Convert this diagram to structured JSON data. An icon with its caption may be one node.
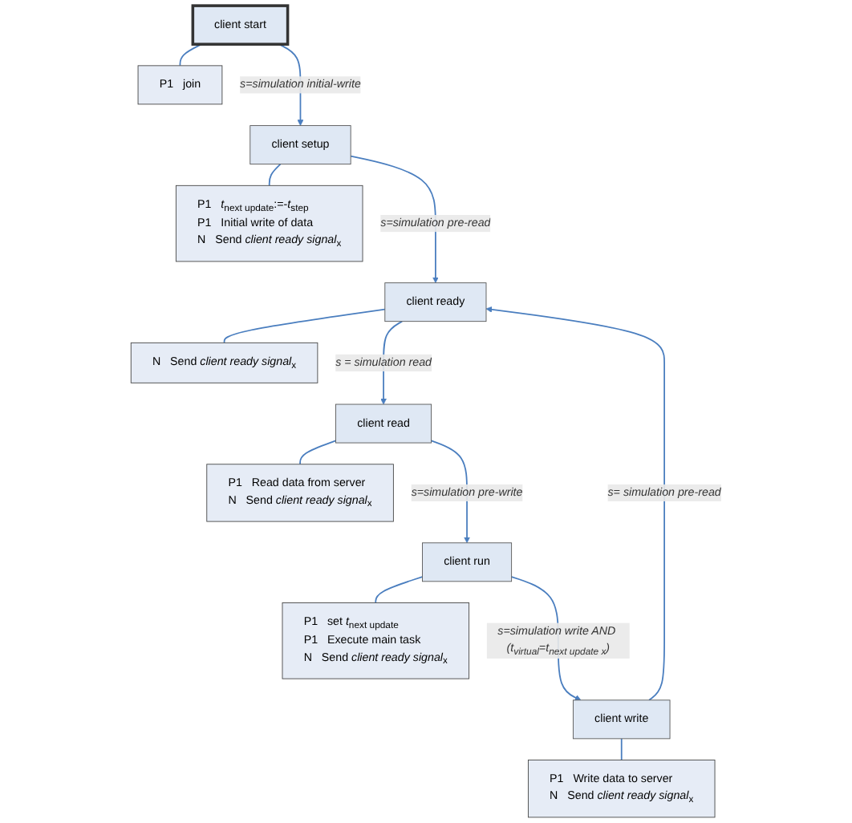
{
  "diagram": {
    "nodes": [
      {
        "text": [
          "client start"
        ]
      },
      {
        "text": [
          "P1",
          "join"
        ]
      },
      {
        "text": [
          "client setup"
        ]
      },
      {
        "text": [
          "P1",
          "*t*$_{next update}$:=-*t*$_{step}$",
          "P1",
          "Initial write of data",
          "N",
          "Send *client ready signal*$_{x}$"
        ]
      },
      {
        "text": [
          "client ready"
        ]
      },
      {
        "text": [
          "N",
          "Send *client ready signal*$_{x}$"
        ]
      },
      {
        "text": [
          "client read"
        ]
      },
      {
        "text": [
          "P1",
          "Read data from server",
          "N",
          "Send *client ready signal*$_{x}$"
        ]
      },
      {
        "text": [
          "client run"
        ]
      },
      {
        "text": [
          "P1",
          "set *t*$_{next update}$",
          "P1",
          "Execute main task",
          "N",
          "Send *client ready signal*$_{x}$"
        ]
      },
      {
        "text": [
          "client write"
        ]
      },
      {
        "text": [
          "P1",
          "Write data to server",
          "N",
          "Send *client ready signal*$_{x}$"
        ]
      }
    ],
    "edges": [
      {
        "from": 0,
        "to": 1,
        "arrow": "none"
      },
      {
        "from": 0,
        "to": 2,
        "arrow": "to",
        "label": "s=simulation initial-write"
      },
      {
        "from": 2,
        "to": 3,
        "arrow": "none"
      },
      {
        "from": 2,
        "to": 4,
        "arrow": "to",
        "label": "s=simulation pre-read"
      },
      {
        "from": 4,
        "to": 5,
        "arrow": "none"
      },
      {
        "from": 4,
        "to": 6,
        "arrow": "to",
        "label": "s = simulation read"
      },
      {
        "from": 6,
        "to": 7,
        "arrow": "none"
      },
      {
        "from": 6,
        "to": 8,
        "arrow": "to",
        "label": "s=simulation pre-write"
      },
      {
        "from": 8,
        "to": 9,
        "arrow": "none"
      },
      {
        "from": 8,
        "to": 10,
        "arrow": "to",
        "label": "s=simulation write AND (t$_{virtual}$=t$_{next update x}$)"
      },
      {
        "from": 10,
        "to": 11,
        "arrow": "none"
      },
      {
        "from": 10,
        "to": 4,
        "arrow": "to",
        "label": "s= simulation pre-read"
      }
    ]
  }
}
